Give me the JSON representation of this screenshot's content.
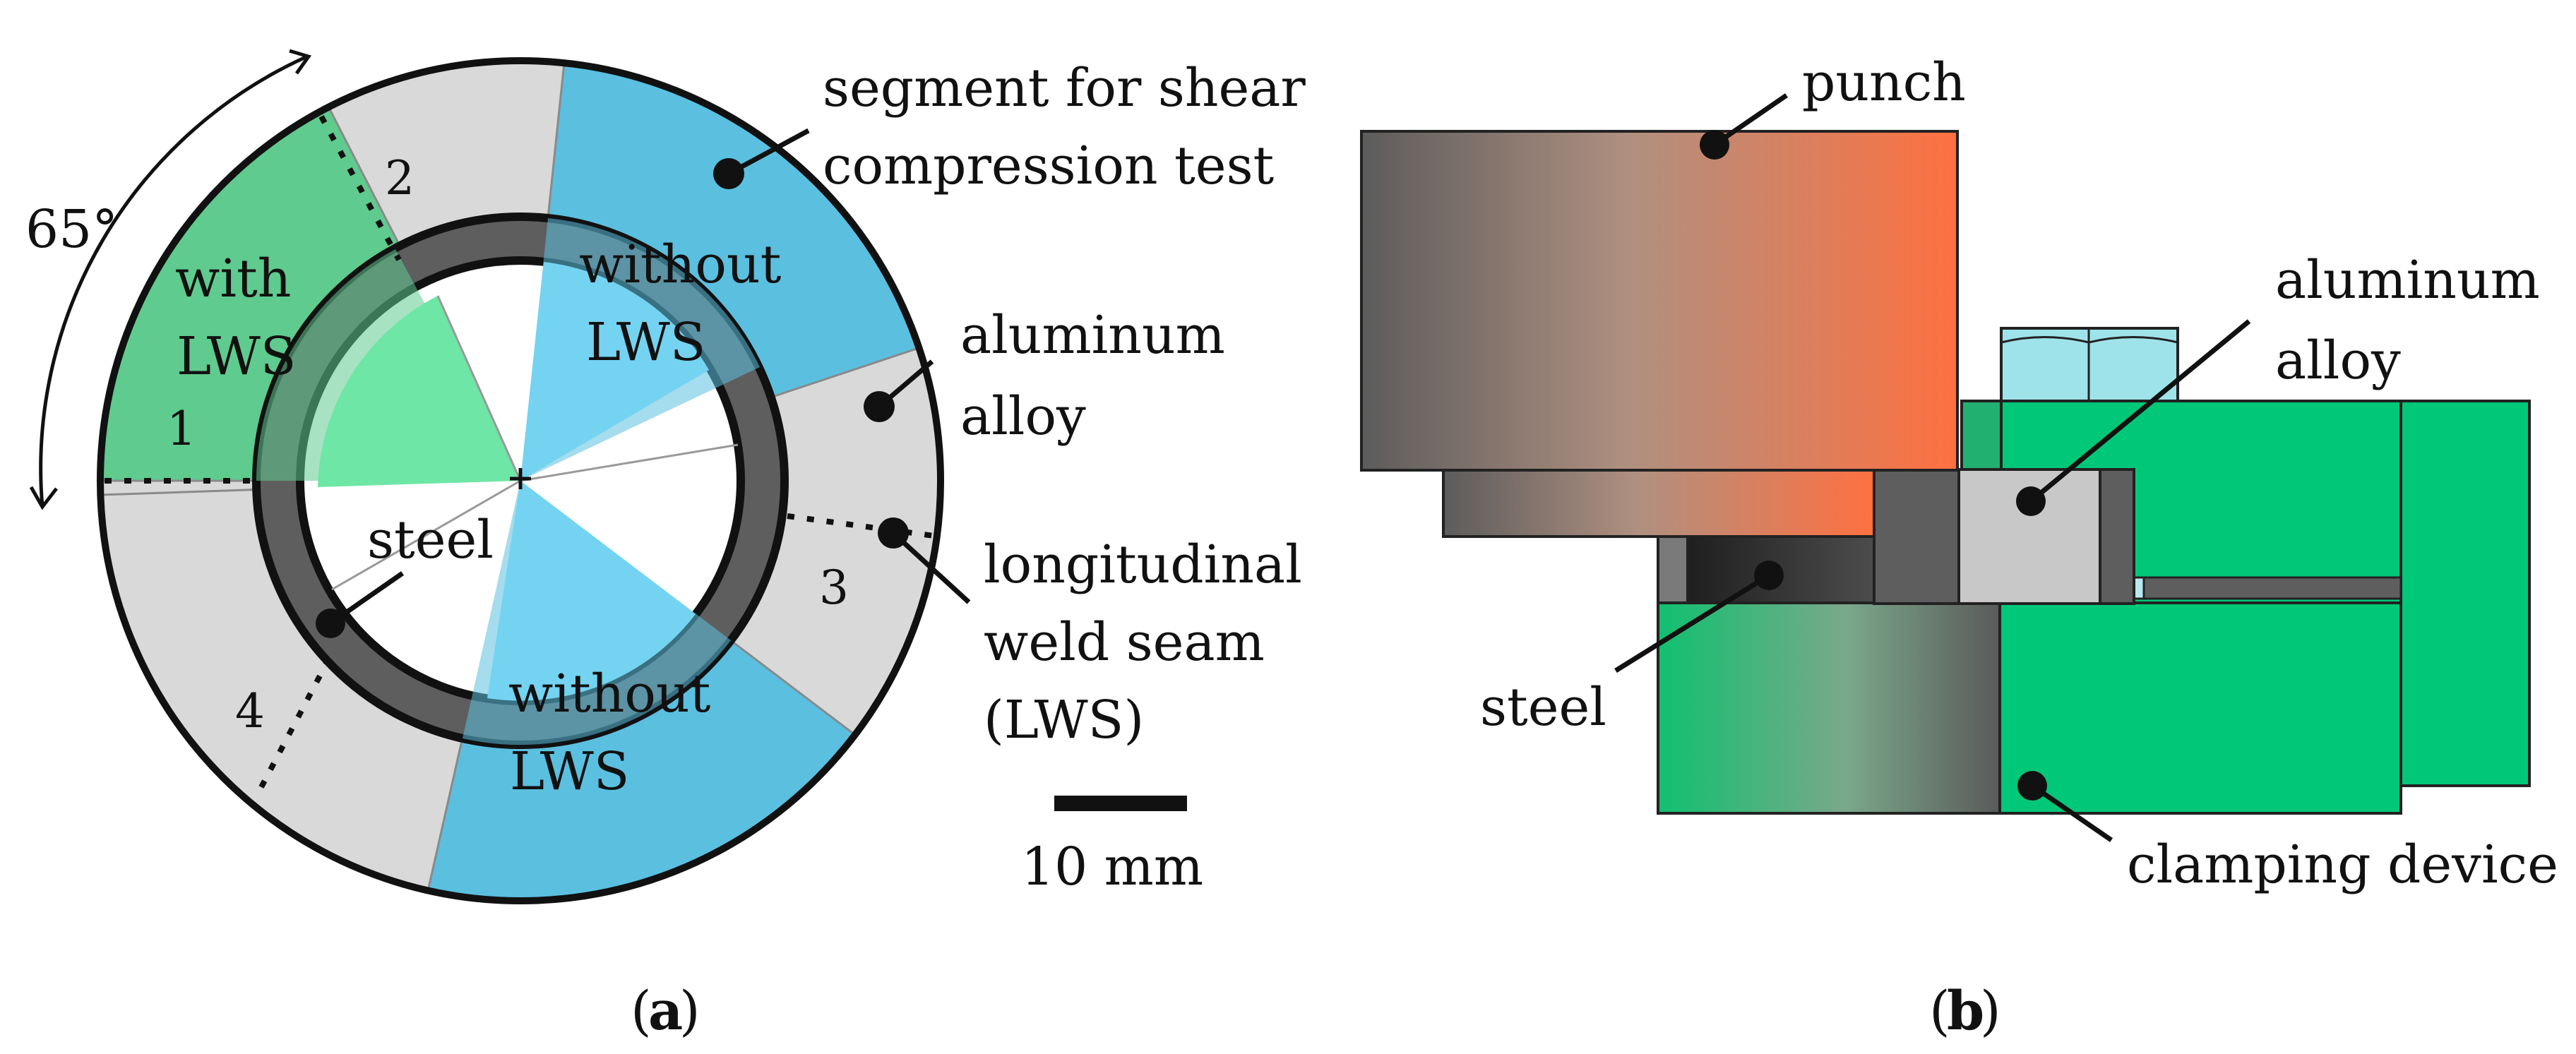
{
  "panel_a": {
    "caption_letter": "a",
    "angle_label": "65°",
    "segment_numbers": [
      "1",
      "2",
      "3",
      "4"
    ],
    "with_lws": [
      "with",
      "LWS"
    ],
    "without_lws_top": [
      "without",
      "LWS"
    ],
    "without_lws_bottom": [
      "without",
      "LWS"
    ],
    "steel_label": "steel",
    "segment_callout": [
      "segment for shear",
      "compression test"
    ],
    "aluminum_callout": [
      "aluminum",
      "alloy"
    ],
    "lws_callout": [
      "longitudinal",
      "weld seam",
      "(LWS)"
    ],
    "scale_bar_label": "10 mm"
  },
  "panel_b": {
    "caption_letter": "b",
    "punch_label": "punch",
    "aluminum_callout": [
      "aluminum",
      "alloy"
    ],
    "steel_label": "steel",
    "clamping_label": "clamping device"
  },
  "colors": {
    "green_segment": "#5fcb8f",
    "green_inner": "#6ee6a6",
    "blue_segment": "#5bbfe0",
    "blue_inner": "#74d3f0",
    "aluminum_gray": "#d9d9d9",
    "steel_ring": "#595959",
    "clamping_green": "#00c878",
    "punch_orange": "#ff7a48",
    "punch_dark": "#5a5a5a",
    "nut_cyan": "#9fe3ea"
  }
}
